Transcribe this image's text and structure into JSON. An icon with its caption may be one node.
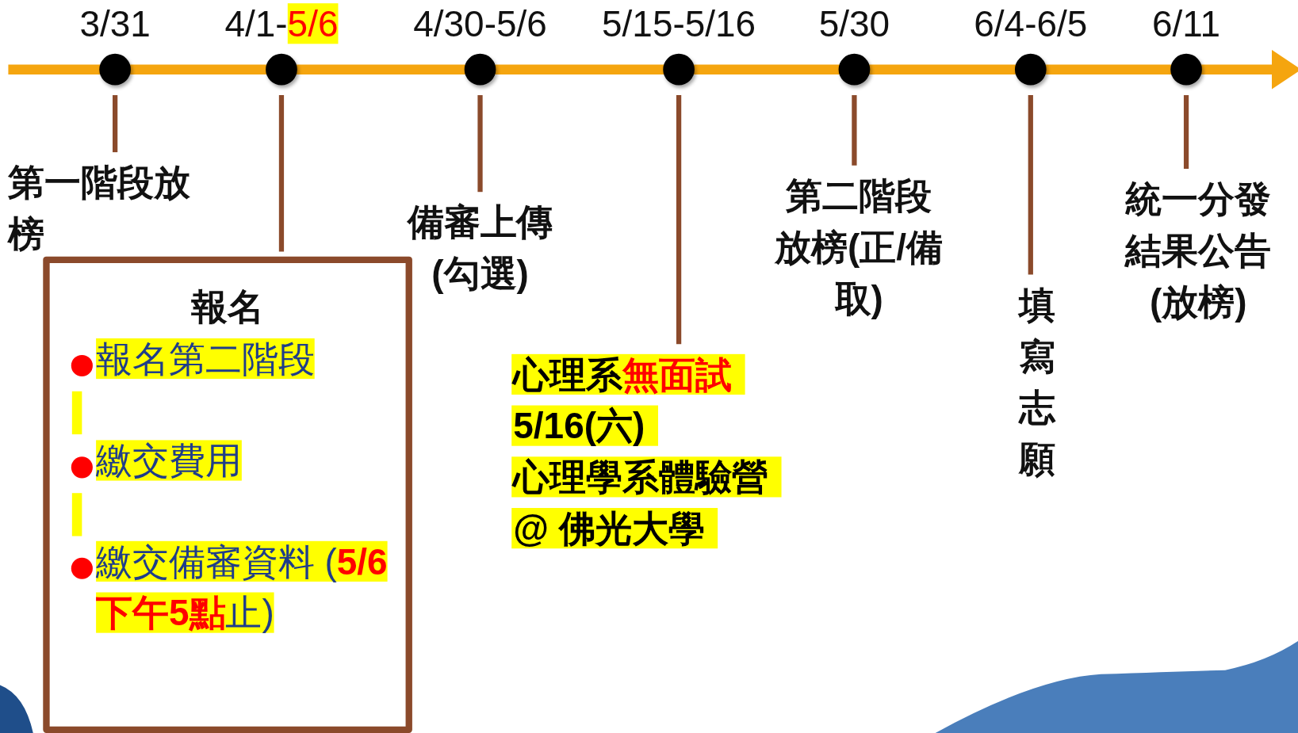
{
  "diagram": {
    "nodes": [
      {
        "text": [],
        "shape": "circle",
        "beside": [
          "3/31"
        ]
      },
      {
        "text": [],
        "shape": "circle",
        "beside": [
          "4/1-**5/6**"
        ]
      },
      {
        "text": [],
        "shape": "circle",
        "beside": [
          "4/30-5/6"
        ]
      },
      {
        "text": [],
        "shape": "circle",
        "beside": [
          "5/15-5/16"
        ]
      },
      {
        "text": [],
        "shape": "circle",
        "beside": [
          "5/30"
        ]
      },
      {
        "text": [],
        "shape": "circle",
        "beside": [
          "6/4-6/5"
        ]
      },
      {
        "text": [],
        "shape": "circle",
        "beside": [
          "6/11"
        ]
      },
      {
        "text": [
          "第一階段放榜"
        ]
      },
      {
        "text": [
          "報名",
          "報名第二階段",
          "繳交費用",
          "繳交備審資料 (**5/6下午5點**止)"
        ]
      },
      {
        "text": [
          "備審上傳(勾選)"
        ]
      },
      {
        "text": [
          "心理系**無面試**",
          "5/16(六)",
          "心理學系體驗營",
          "@ 佛光大學"
        ]
      },
      {
        "text": [
          "第二階段放榜(正/備取)"
        ]
      },
      {
        "text": [
          "填寫志願"
        ]
      },
      {
        "text": [
          "統一分發結果公告(放榜)"
        ]
      }
    ],
    "edges": [
      {
        "from": 0,
        "to": 7,
        "arrow": "none"
      },
      {
        "from": 1,
        "to": 8,
        "arrow": "none"
      },
      {
        "from": 2,
        "to": 9,
        "arrow": "none"
      },
      {
        "from": 3,
        "to": 10,
        "arrow": "none"
      },
      {
        "from": 4,
        "to": 11,
        "arrow": "none"
      },
      {
        "from": 5,
        "to": 12,
        "arrow": "none"
      },
      {
        "from": 6,
        "to": 13,
        "arrow": "none"
      }
    ]
  }
}
